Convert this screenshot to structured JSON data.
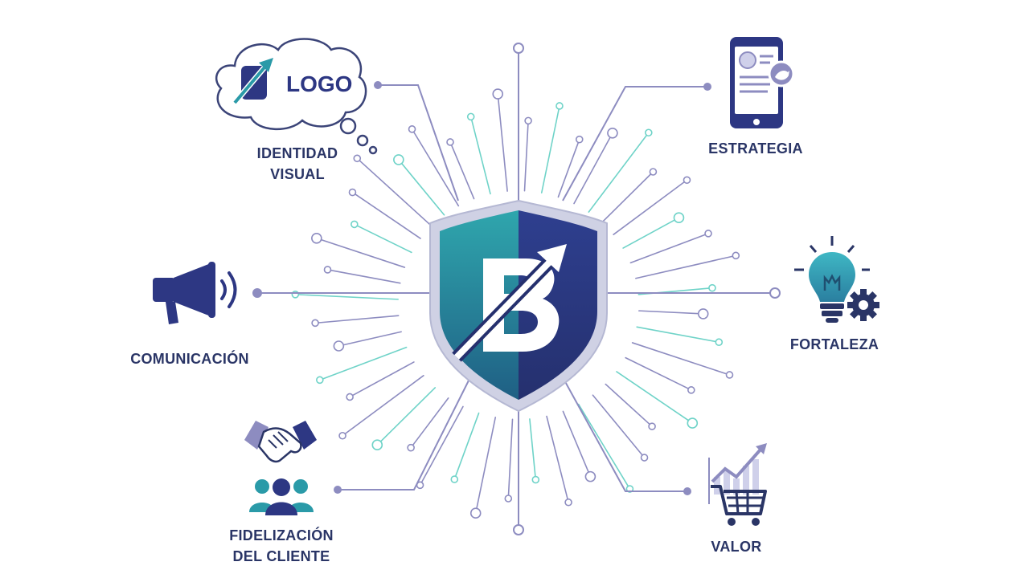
{
  "center": {
    "emblem": "shield-b-arrow-logo"
  },
  "nodes": {
    "identidad": {
      "line1": "IDENTIDAD",
      "line2": "VISUAL",
      "logo_text": "LOGO",
      "icon": "thought-bubble-logo-icon"
    },
    "estrategia": {
      "label": "ESTRATEGIA",
      "icon": "smartphone-profile-icon"
    },
    "comunicacion": {
      "label": "COMUNICACIÓN",
      "icon": "megaphone-icon"
    },
    "fortaleza": {
      "label": "FORTALEZA",
      "icon": "lightbulb-gear-icon"
    },
    "fidelizacion": {
      "line1": "FIDELIZACIÓN",
      "line2": "DEL CLIENTE",
      "icon": "handshake-people-icon"
    },
    "valor": {
      "label": "VALOR",
      "icon": "growth-cart-icon"
    }
  },
  "colors": {
    "navy": "#2a3566",
    "indigo": "#2d3783",
    "teal": "#2a9aa8",
    "lavender": "#8d8cc0",
    "mint": "#6fd3c8",
    "silver": "#c9cbe0"
  }
}
